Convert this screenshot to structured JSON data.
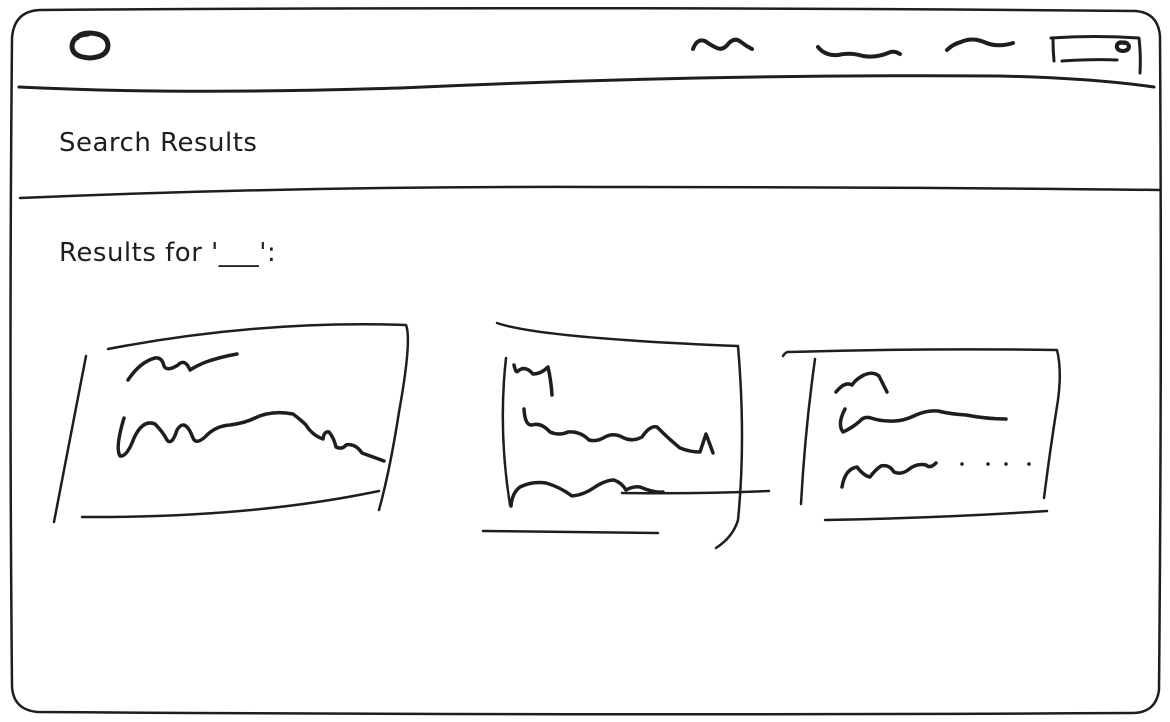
{
  "page": {
    "title": "Search Results",
    "results_heading": "Results for '___':"
  },
  "header": {
    "logo_icon": "circle-logo-icon",
    "nav_items": [
      "nav-link-1",
      "nav-link-2",
      "nav-link-3"
    ],
    "account_icon": "profile-button-icon"
  },
  "results": {
    "cards": [
      {
        "icon": "image-placeholder-icon"
      },
      {
        "icon": "image-placeholder-icon"
      },
      {
        "icon": "image-placeholder-icon"
      }
    ]
  },
  "colors": {
    "ink": "#1e1e1e",
    "background": "#ffffff"
  }
}
